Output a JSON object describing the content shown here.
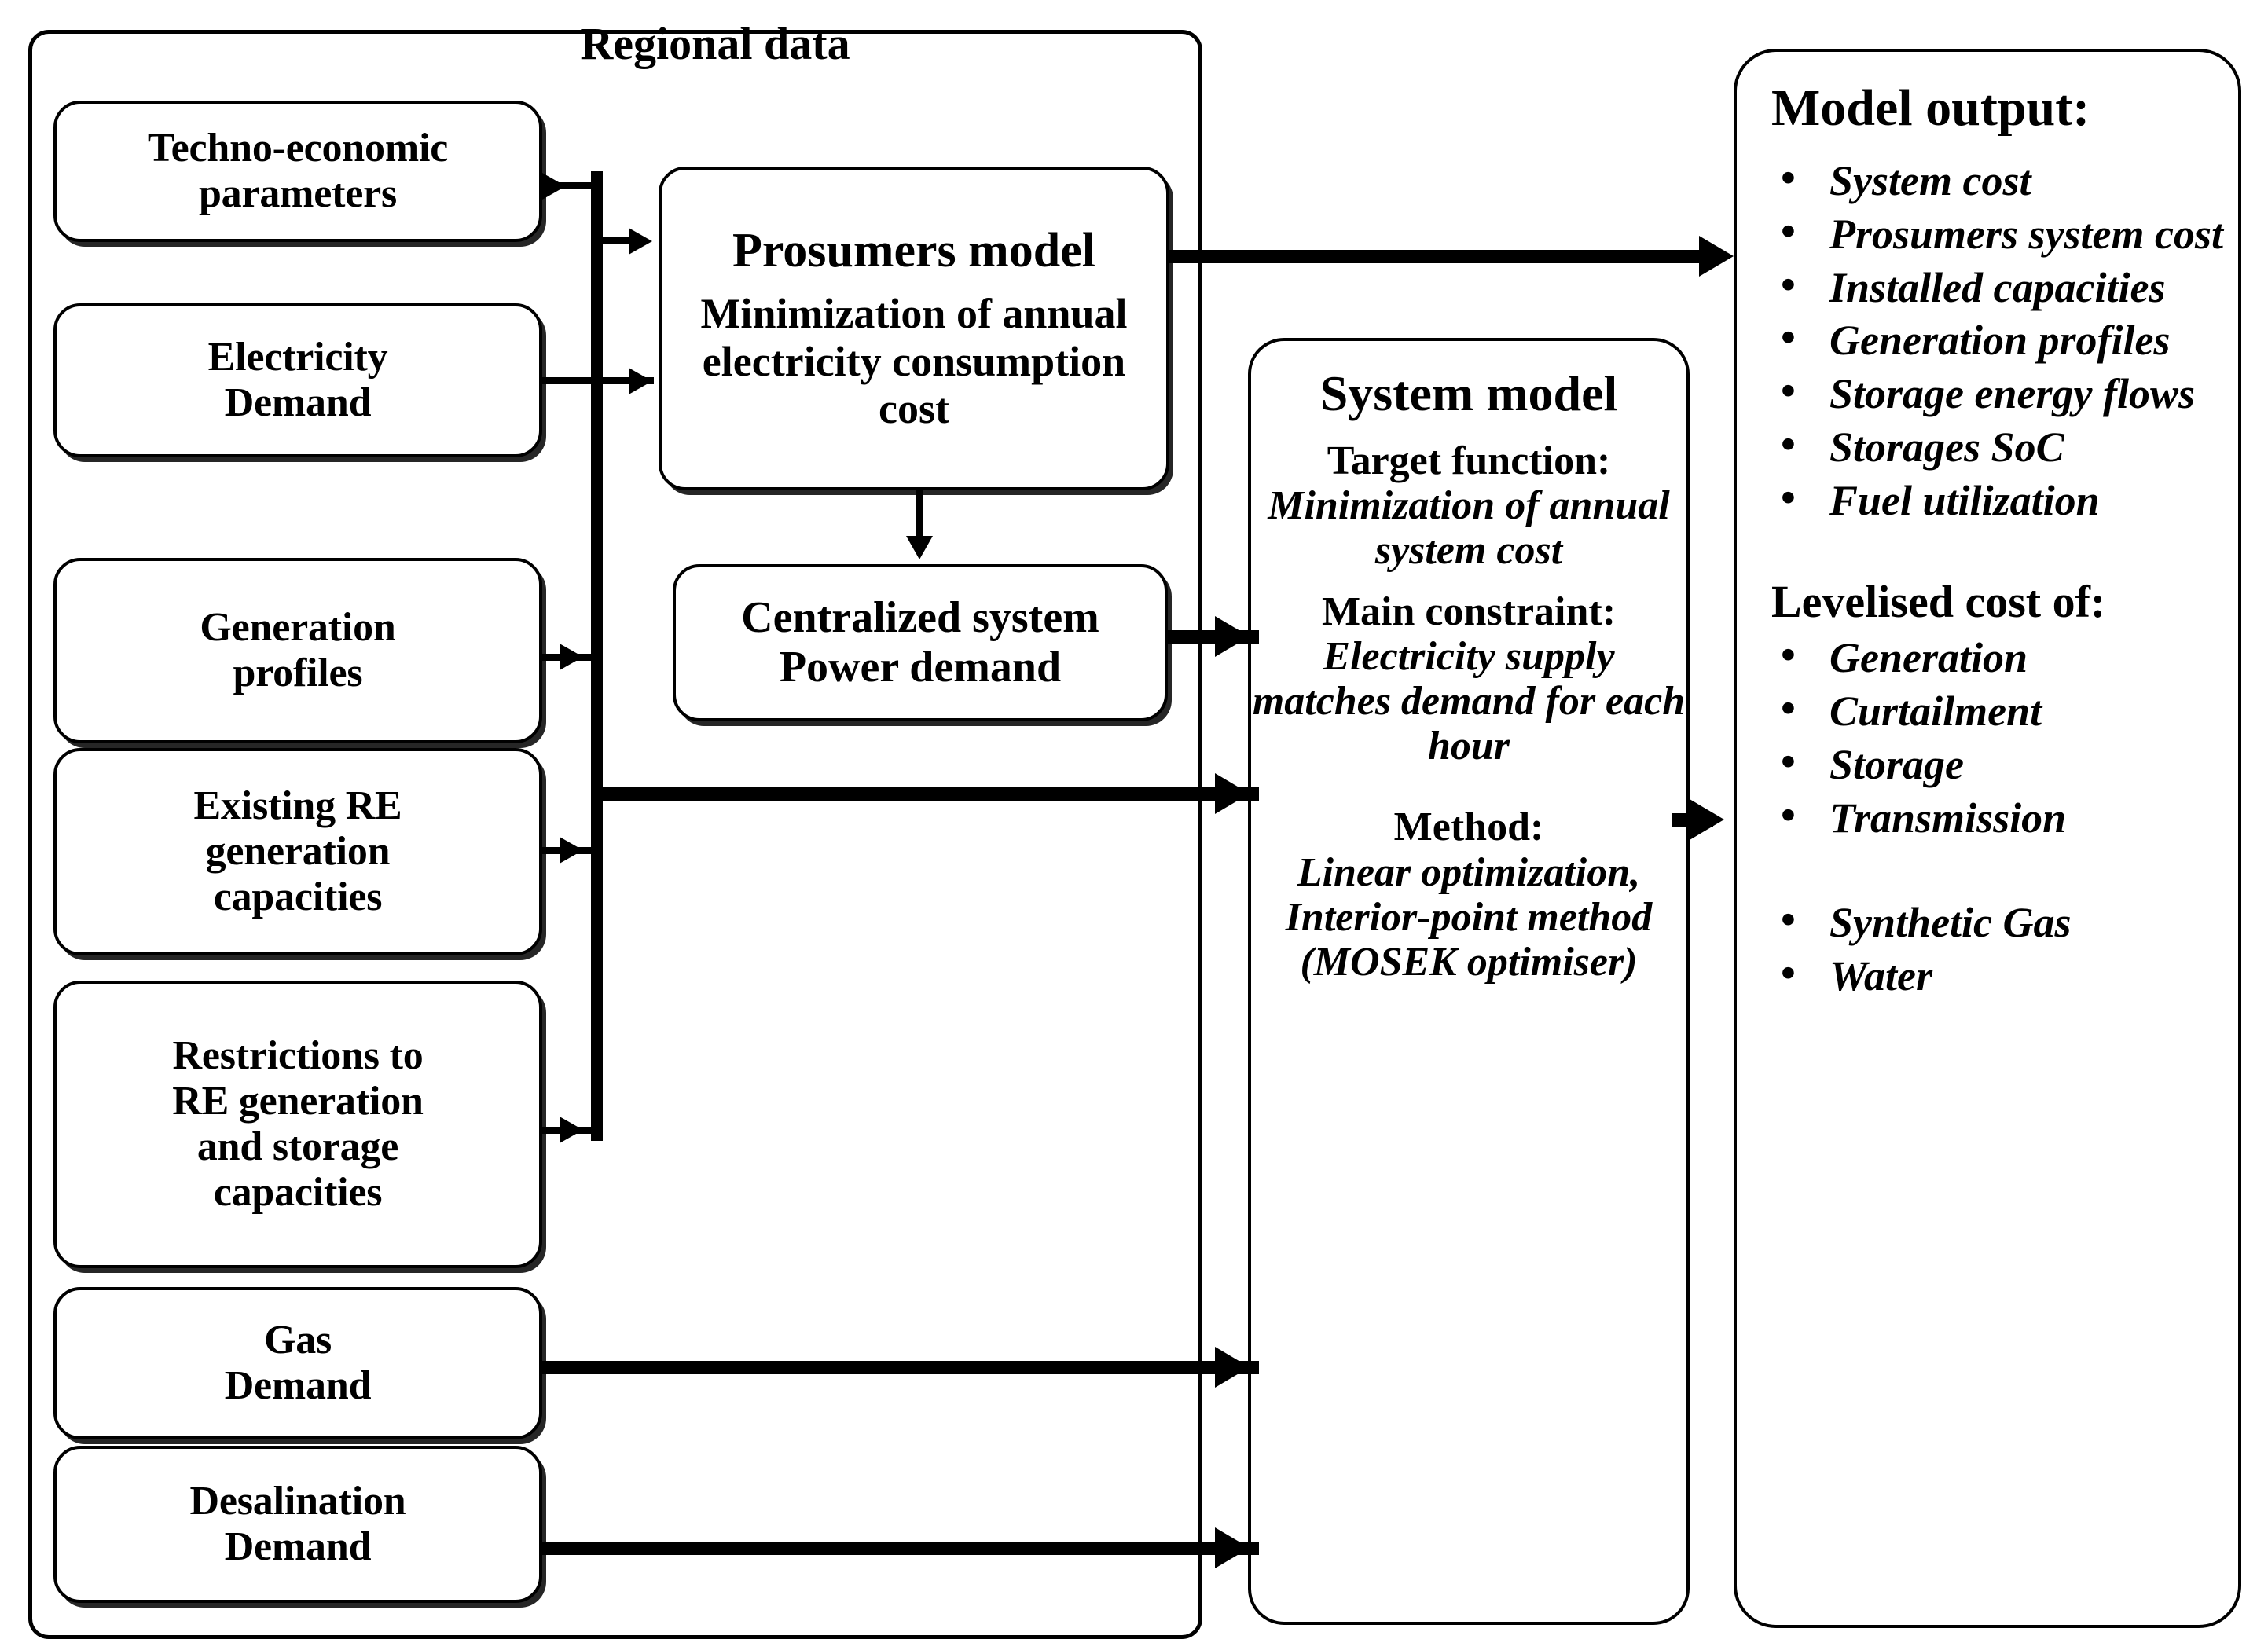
{
  "diagram": {
    "regional_data_label": "Regional data",
    "inputs": [
      {
        "id": "techno-economic-parameters",
        "label": "Techno-economic\nparameters"
      },
      {
        "id": "electricity-demand",
        "label": "Electricity\nDemand"
      },
      {
        "id": "generation-profiles",
        "label": "Generation\nprofiles"
      },
      {
        "id": "existing-re-generation-capacities",
        "label": "Existing RE\ngeneration\ncapacities"
      },
      {
        "id": "restrictions-re-generation-storage",
        "label": "Restrictions to\nRE generation\nand storage\ncapacities"
      },
      {
        "id": "gas-demand",
        "label": "Gas\nDemand"
      },
      {
        "id": "desalination-demand",
        "label": "Desalination\nDemand"
      }
    ],
    "prosumers_model": {
      "title": "Prosumers model",
      "subtitle": "Minimization of annual electricity consumption cost"
    },
    "centralized_demand": {
      "line1": "Centralized system",
      "line2": "Power demand"
    },
    "system_model": {
      "title": "System model",
      "rows": [
        {
          "label": "Target function:",
          "value": "Minimization of annual system cost"
        },
        {
          "label": "Main constraint:",
          "value": "Electricity supply matches demand for each hour"
        },
        {
          "label": "Method:",
          "value": "Linear optimization, Interior-point method (MOSEK optimiser)"
        }
      ]
    },
    "model_output": {
      "heading": "Model output:",
      "items": [
        "System cost",
        "Prosumers system cost",
        "Installed capacities",
        "Generation profiles",
        "Storage energy flows",
        "Storages SoC",
        "Fuel utilization"
      ],
      "heading2": "Levelised cost of:",
      "items2": [
        "Generation",
        "Curtailment",
        "Storage",
        "Transmission"
      ],
      "items3": [
        "Synthetic Gas",
        "Water"
      ],
      "bullet_glyph": "•"
    },
    "colors": {
      "stroke": "#000000",
      "background": "#ffffff"
    }
  }
}
